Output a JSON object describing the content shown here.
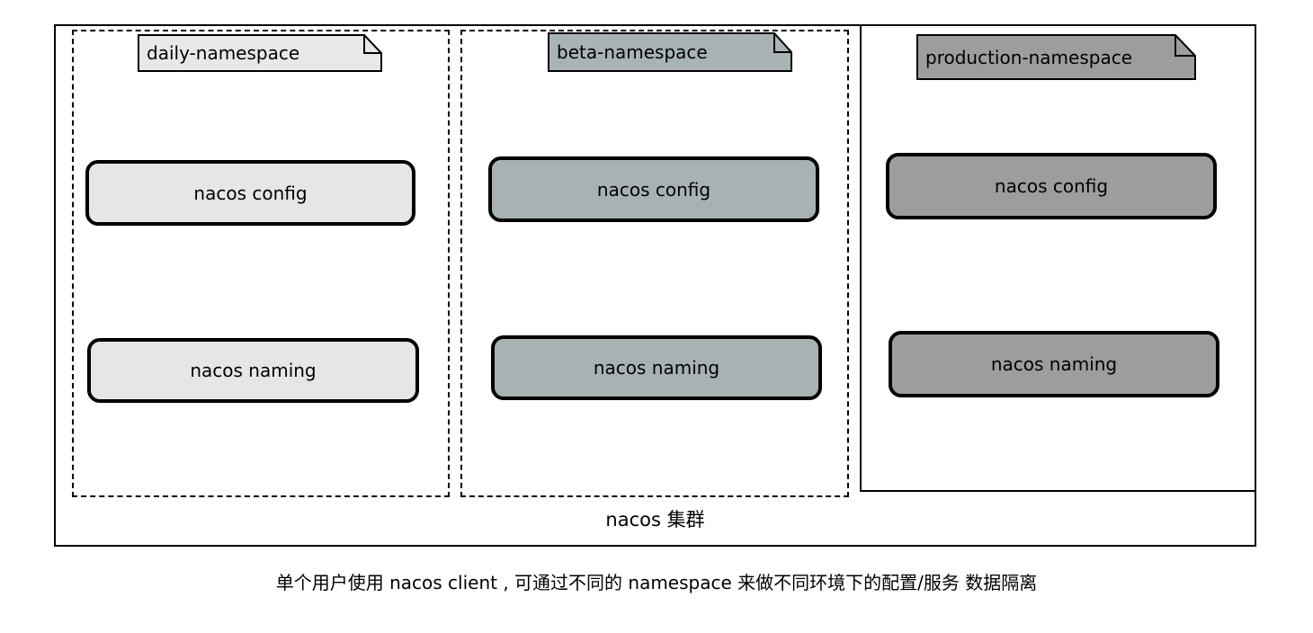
{
  "diagram": {
    "cluster": {
      "label": "nacos 集群"
    },
    "caption": "单个用户使用 nacos client , 可通过不同的 namespace 来做不同环境下的配置/服务 数据隔离",
    "namespaces": [
      {
        "id": "daily",
        "note_label": "daily-namespace",
        "border_style": "dashed",
        "note_fill": "#e8e8e8",
        "box_fill": "#e6e6e6",
        "components": [
          {
            "label": "nacos config"
          },
          {
            "label": "nacos naming"
          }
        ]
      },
      {
        "id": "beta",
        "note_label": "beta-namespace",
        "border_style": "dashed",
        "note_fill": "#a8b3b5",
        "box_fill": "#a8b2b4",
        "components": [
          {
            "label": "nacos config"
          },
          {
            "label": "nacos naming"
          }
        ]
      },
      {
        "id": "production",
        "note_label": "production-namespace",
        "border_style": "solid",
        "note_fill": "#9d9d9d",
        "box_fill": "#9d9d9d",
        "components": [
          {
            "label": "nacos config"
          },
          {
            "label": "nacos naming"
          }
        ]
      }
    ],
    "colors": {
      "stroke": "#000000",
      "background": "#ffffff",
      "daily_fill": "#e6e6e6",
      "beta_fill": "#a8b2b4",
      "production_fill": "#9d9d9d"
    }
  }
}
